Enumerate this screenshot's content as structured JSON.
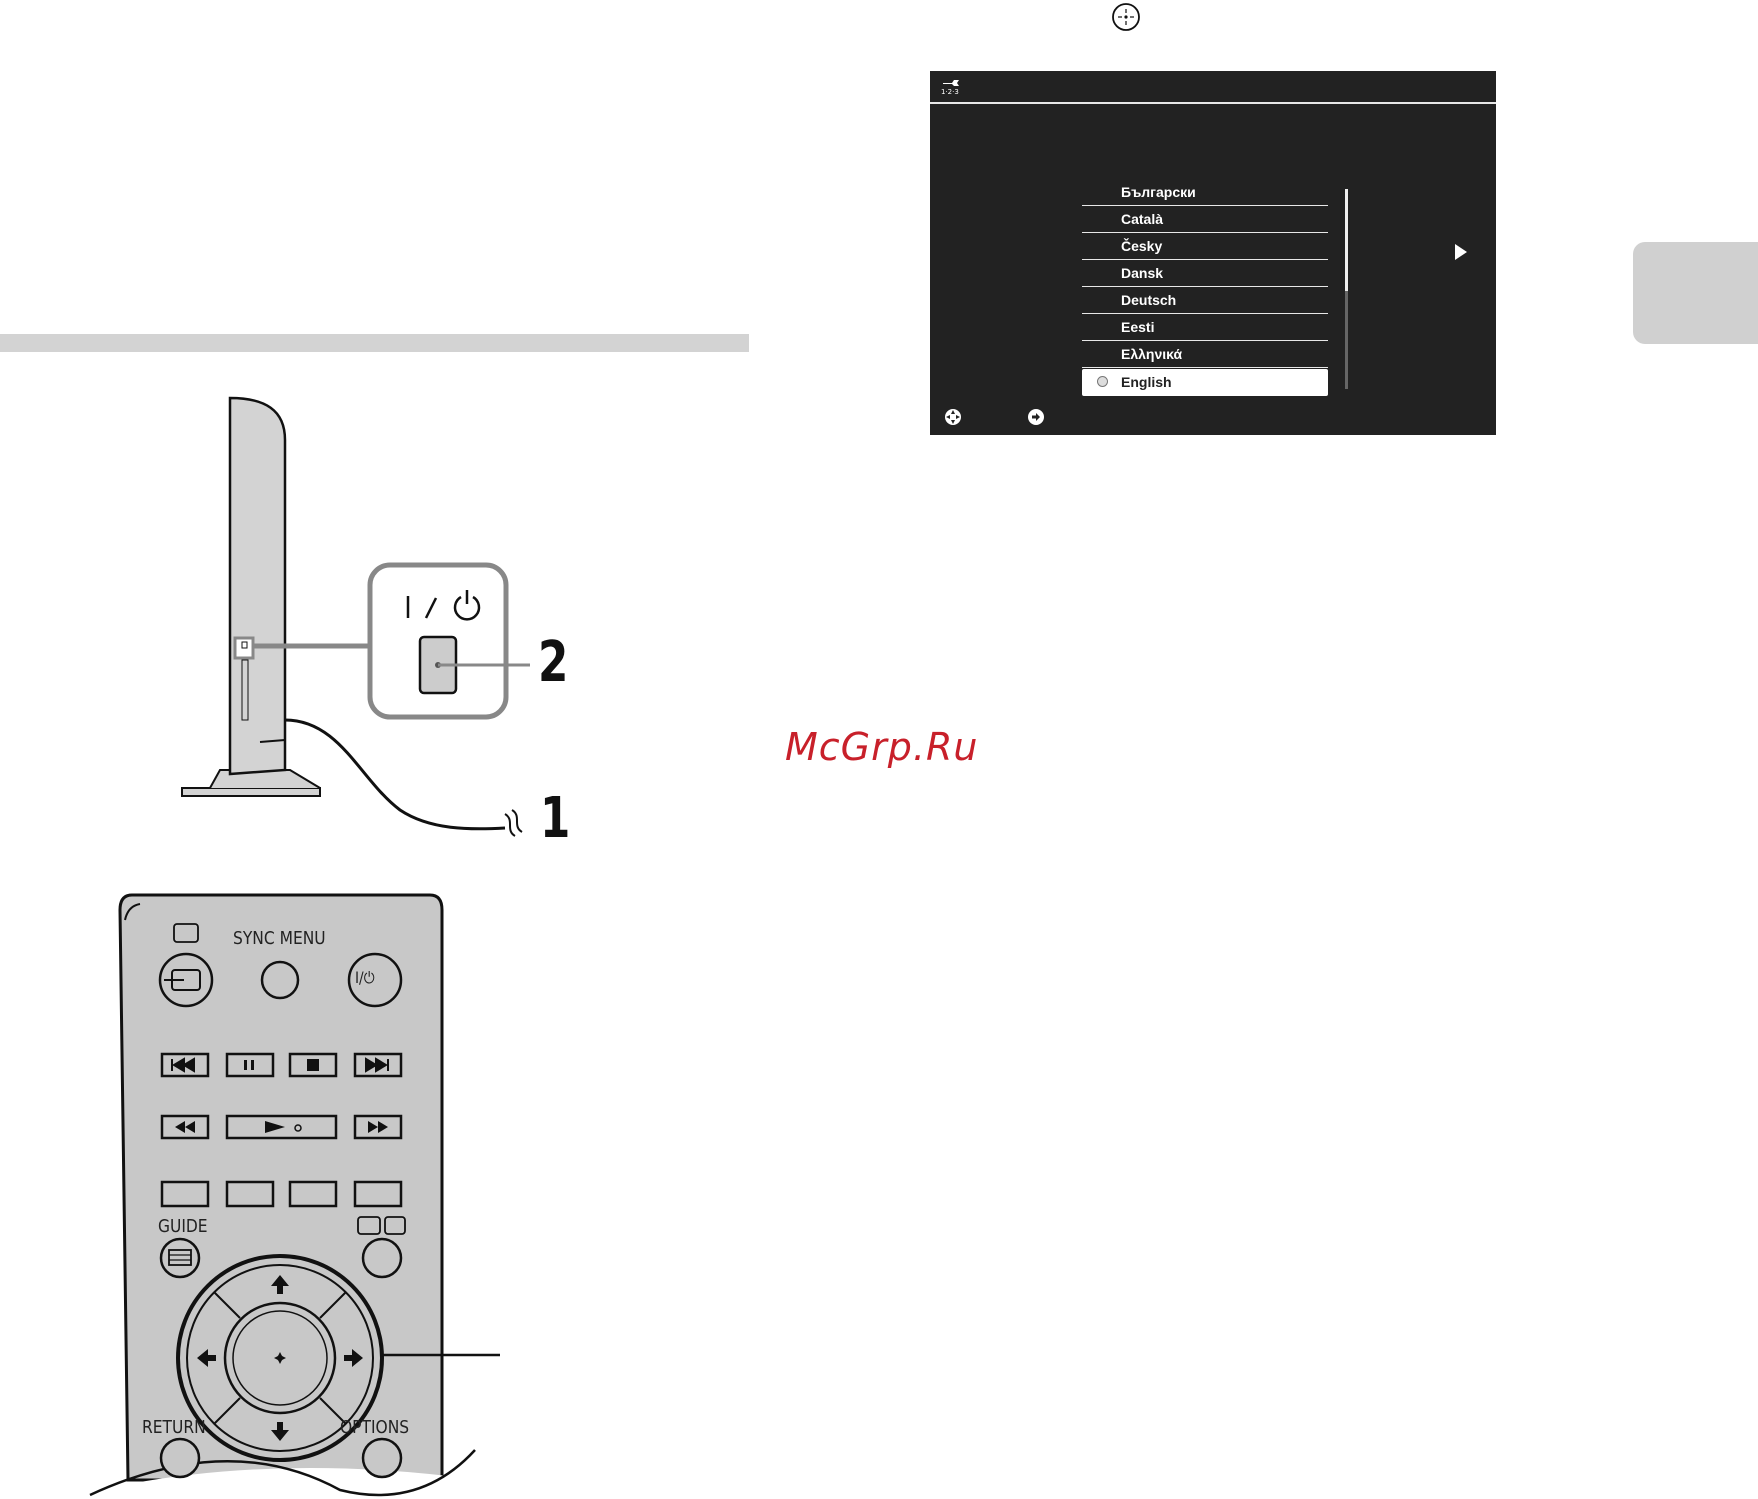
{
  "screen": {
    "setup_caption": "1·2·3",
    "languages": [
      "Български",
      "Català",
      "Česky",
      "Dansk",
      "Deutsch",
      "Eesti",
      "Ελληνικά",
      "English"
    ],
    "selected_language": "English"
  },
  "callouts": {
    "step1": "1",
    "step2": "2"
  },
  "tv_power_label": "I / ⏻",
  "remote": {
    "sync_menu": "SYNC MENU",
    "guide": "GUIDE",
    "return": "RETURN",
    "options": "OPTIONS",
    "power_symbol": "I/⏻"
  },
  "watermark": "McGrp.Ru",
  "colors": {
    "screen_bg": "#222222",
    "remote_body": "#c8c8c8",
    "watermark": "#c8202a"
  }
}
